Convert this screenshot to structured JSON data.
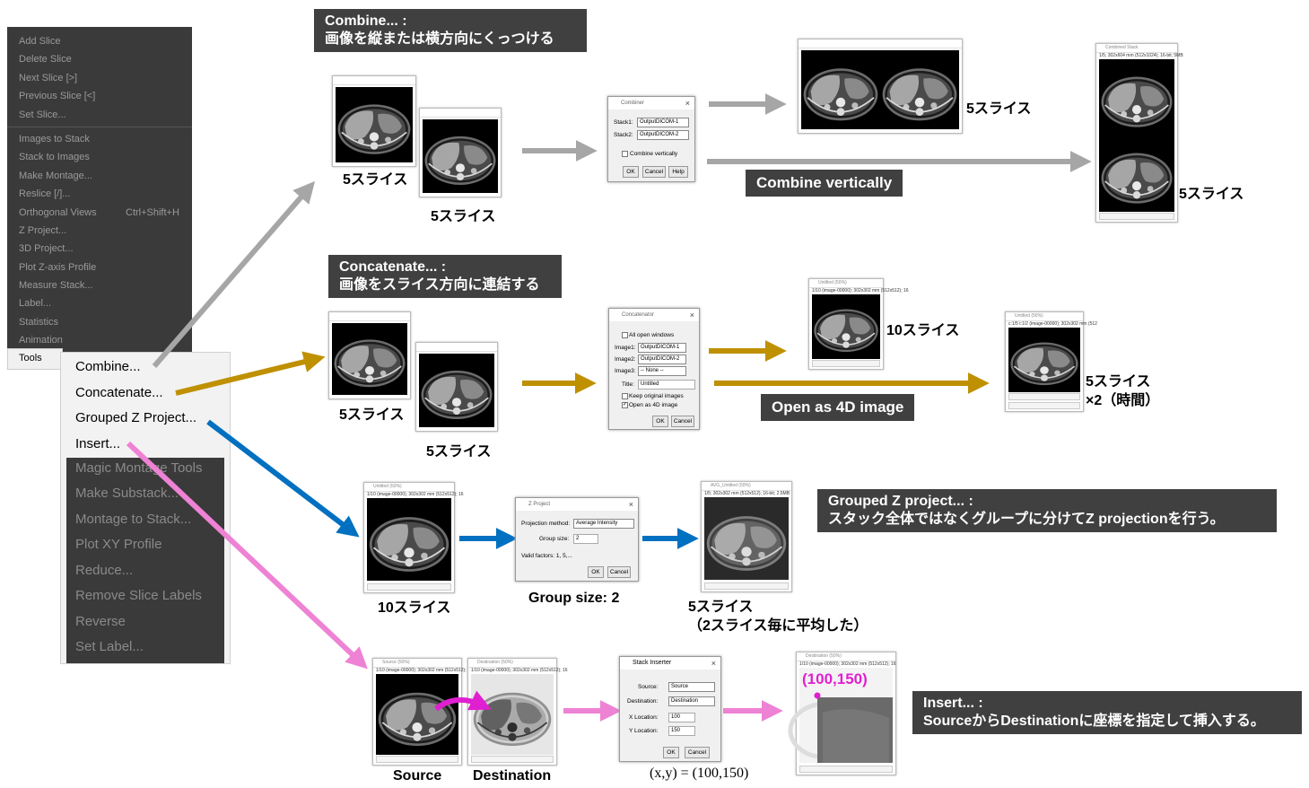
{
  "menu": {
    "items_group1": [
      "Add Slice",
      "Delete Slice",
      "Next Slice [>]",
      "Previous Slice [<]",
      "Set Slice..."
    ],
    "items_group2": [
      "Images to Stack",
      "Stack to Images",
      "Make Montage...",
      "Reslice [/]...",
      "Orthogonal Views",
      "Z Project...",
      "3D Project...",
      "Plot Z-axis Profile",
      "Measure Stack...",
      "Label...",
      "Statistics",
      "Animation"
    ],
    "orthogonal_shortcut": "Ctrl+Shift+H",
    "tools_label": "Tools",
    "tools_submenu": [
      "Combine...",
      "Concatenate...",
      "Grouped Z Project...",
      "Insert..."
    ],
    "tools_submenu_dim": [
      "Magic Montage Tools",
      "Make Substack...",
      "Montage to Stack...",
      "Plot XY Profile",
      "Reduce...",
      "Remove Slice Labels",
      "Reverse",
      "Set Label..."
    ]
  },
  "combine": {
    "header_line1": "Combine... :",
    "header_line2": "画像を縦または横方向にくっつける",
    "input1_caption": "5スライス",
    "input2_caption": "5スライス",
    "dialog": {
      "title": "Combiner",
      "stack1_label": "Stack1:",
      "stack1_value": "OutputDICOM-1",
      "stack2_label": "Stack2:",
      "stack2_value": "OutputDICOM-2",
      "checkbox": "Combine vertically",
      "ok": "OK",
      "cancel": "Cancel",
      "help": "Help"
    },
    "horizontal_caption": "5スライス",
    "vertical_label": "Combine vertically",
    "vertical_caption": "5スライス",
    "vertical_window_title": "Combined Stack",
    "vertical_window_info": "1/5; 302x604 mm (512x1024); 16-bit; 5MB"
  },
  "concatenate": {
    "header_line1": "Concatenate... :",
    "header_line2": "画像をスライス方向に連結する",
    "input1_caption": "5スライス",
    "input2_caption": "5スライス",
    "dialog": {
      "title": "Concatenator",
      "all_open": "All open windows",
      "image1_label": "Image1:",
      "image1_value": "OutputDICOM-1",
      "image2_label": "Image2:",
      "image2_value": "OutputDICOM-2",
      "image3_label": "Image3:",
      "image3_value": "-- None --",
      "title_label": "Title:",
      "title_value": "Untitled",
      "keep_original": "Keep original images",
      "open_4d": "Open as 4D image",
      "ok": "OK",
      "cancel": "Cancel"
    },
    "result_caption": "10スライス",
    "result_window_title": "Untitled (50%)",
    "result_window_info": "1/10 (image-00000); 302x302 mm (512x512); 16",
    "fourd_label": "Open as 4D image",
    "fourd_window_title": "Untitled (50%)",
    "fourd_window_info": "c:1/5 t:1/2 (image-00000); 302x302 mm (512",
    "fourd_caption_line1": "5スライス",
    "fourd_caption_line2": "×2（時間）"
  },
  "grouped": {
    "header_line1": "Grouped Z project... :",
    "header_line2": "スタック全体ではなくグループに分けてZ projectionを行う。",
    "input_window_title": "Untitled (50%)",
    "input_window_info": "1/10 (image-00000); 302x302 mm (512x512); 16",
    "input_caption": "10スライス",
    "dialog": {
      "title": "Z Project",
      "method_label": "Projection method:",
      "method_value": "Average Intensity",
      "group_label": "Group size:",
      "group_value": "2",
      "valid_label": "Valid factors:  1, 5,...",
      "ok": "OK",
      "cancel": "Cancel"
    },
    "dialog_caption": "Group size: 2",
    "output_window_title": "AVG_Untitled (50%)",
    "output_window_info": "1/5; 302x302 mm (512x512); 16-bit; 2.5MB",
    "output_caption_line1": "5スライス",
    "output_caption_line2": "（2スライス毎に平均した）"
  },
  "insert": {
    "header_line1": "Insert... :",
    "header_line2": "SourceからDestinationに座標を指定して挿入する。",
    "source_window_title": "Source (50%)",
    "source_window_info": "1/10 (image-00000); 302x302 mm (512x512); 16",
    "source_caption": "Source",
    "dest_window_title": "Destination (50%)",
    "dest_window_info": "1/10 (image-00000); 302x302 mm (512x512); 16",
    "dest_caption": "Destination",
    "dialog": {
      "title": "Stack Inserter",
      "source_label": "Source:",
      "source_value": "Source",
      "dest_label": "Destination:",
      "dest_value": "Destination",
      "x_label": "X Location:",
      "x_value": "100",
      "y_label": "Y Location:",
      "y_value": "150",
      "ok": "OK",
      "cancel": "Cancel"
    },
    "dialog_caption": "(x,y) = (100,150)",
    "result_window_title": "Destination (50%)",
    "result_window_info": "1/10 (image-00000); 302x302 mm (512x512); 16",
    "coord_label": "(100,150)"
  },
  "colors": {
    "gray_arrow": "#a6a6a6",
    "gold_arrow": "#bf9000",
    "blue_arrow": "#0070c0",
    "pink_arrow": "#ee82d4",
    "magenta": "#e020d0",
    "header_bg": "#404040"
  }
}
